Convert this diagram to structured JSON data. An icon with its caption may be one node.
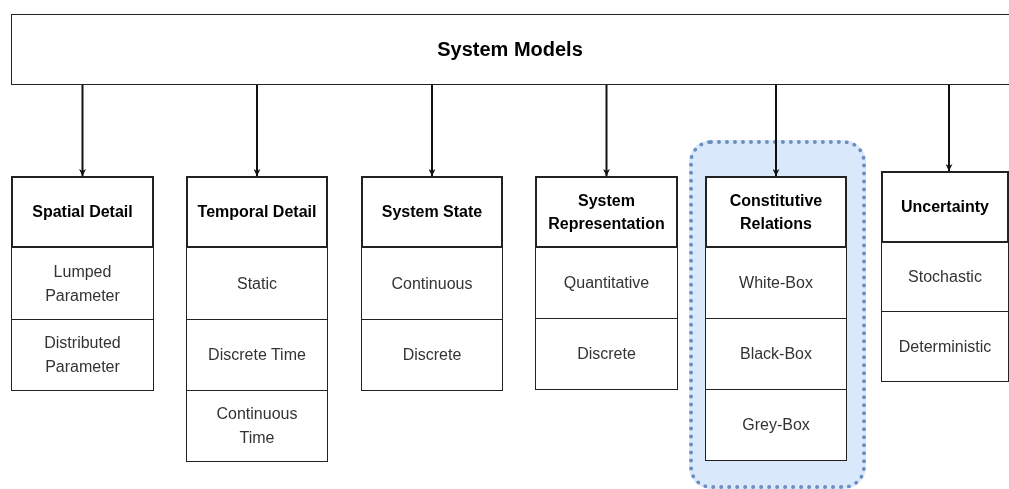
{
  "diagram": {
    "nodes": [
      {
        "text": [
          "System Models"
        ]
      },
      {
        "text": [
          "Spatial Detail"
        ]
      },
      {
        "text": [
          "Lumped Parameter"
        ]
      },
      {
        "text": [
          "Distributed Parameter"
        ]
      },
      {
        "text": [
          "Temporal Detail"
        ]
      },
      {
        "text": [
          "Static"
        ]
      },
      {
        "text": [
          "Discrete Time"
        ]
      },
      {
        "text": [
          "Continuous Time"
        ]
      },
      {
        "text": [
          "System State"
        ]
      },
      {
        "text": [
          "Continuous"
        ]
      },
      {
        "text": [
          "Discrete"
        ]
      },
      {
        "text": [
          "System Representation"
        ]
      },
      {
        "text": [
          "Quantitative"
        ]
      },
      {
        "text": [
          "Discrete"
        ]
      },
      {
        "text": [],
        "shape": "box"
      },
      {
        "text": [
          "Constitutive Relations"
        ],
        "in": 14
      },
      {
        "text": [
          "White-Box"
        ],
        "in": 14
      },
      {
        "text": [
          "Black-Box"
        ],
        "in": 14
      },
      {
        "text": [
          "Grey-Box"
        ],
        "in": 14
      },
      {
        "text": [
          "Uncertainty"
        ]
      },
      {
        "text": [
          "Stochastic"
        ]
      },
      {
        "text": [
          "Deterministic"
        ]
      }
    ],
    "edges": [
      {
        "from": 0,
        "to": 1,
        "arrow": "to"
      },
      {
        "from": 0,
        "to": 4,
        "arrow": "to"
      },
      {
        "from": 0,
        "to": 8,
        "arrow": "to"
      },
      {
        "from": 0,
        "to": 11,
        "arrow": "to"
      },
      {
        "from": 0,
        "to": 15,
        "arrow": "to"
      },
      {
        "from": 0,
        "to": 19,
        "arrow": "to"
      }
    ]
  }
}
